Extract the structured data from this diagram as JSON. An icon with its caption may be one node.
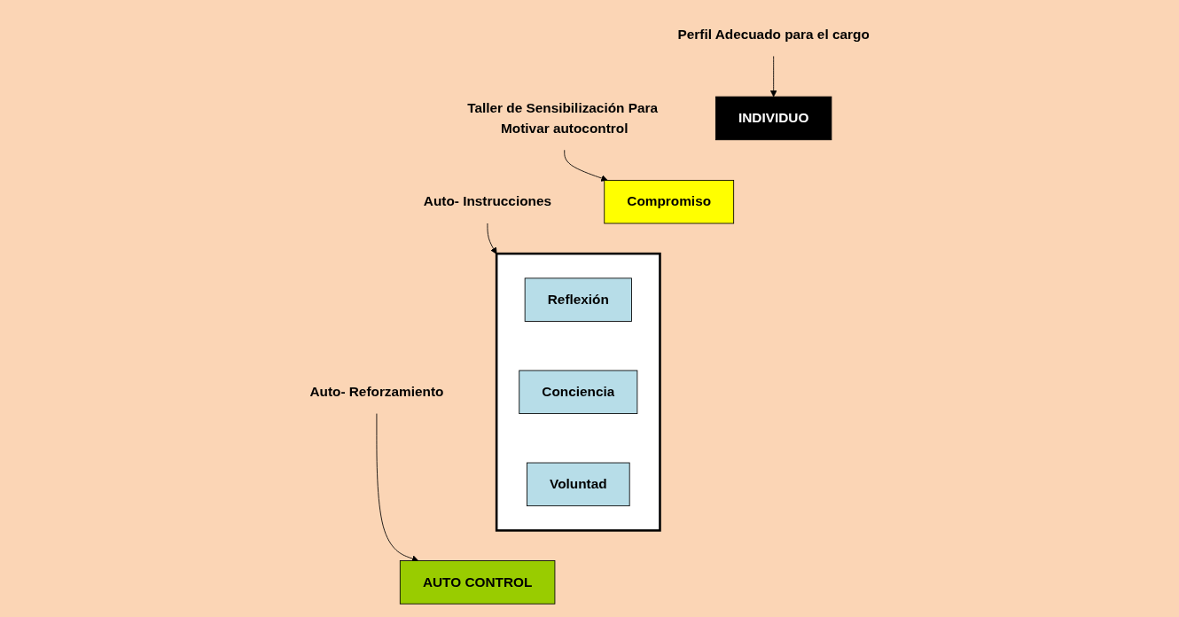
{
  "diagram": {
    "nodes": [
      {
        "text": [
          "INDIVIDUO"
        ]
      },
      {
        "text": [
          "Perfil Adecuado para el cargo"
        ]
      },
      {
        "text": [
          "Compromiso"
        ]
      },
      {
        "text": [
          "Taller de Sensibilización Para Motivar autocontrol"
        ]
      },
      {
        "text": [
          "Auto- Instrucciones"
        ]
      },
      {
        "text": [],
        "shape": "box"
      },
      {
        "text": [
          "Reflexión"
        ],
        "in": 5
      },
      {
        "text": [
          "Conciencia"
        ],
        "in": 5
      },
      {
        "text": [
          "Voluntad"
        ],
        "in": 5
      },
      {
        "text": [
          "Auto- Reforzamiento"
        ]
      },
      {
        "text": [
          "AUTO CONTROL"
        ]
      }
    ],
    "edges": [
      {
        "from": 1,
        "to": 0,
        "arrow": "to"
      },
      {
        "from": 3,
        "to": 2,
        "arrow": "to"
      },
      {
        "from": 4,
        "to": 5,
        "arrow": "to"
      },
      {
        "from": 9,
        "to": 10,
        "arrow": "to"
      }
    ]
  }
}
